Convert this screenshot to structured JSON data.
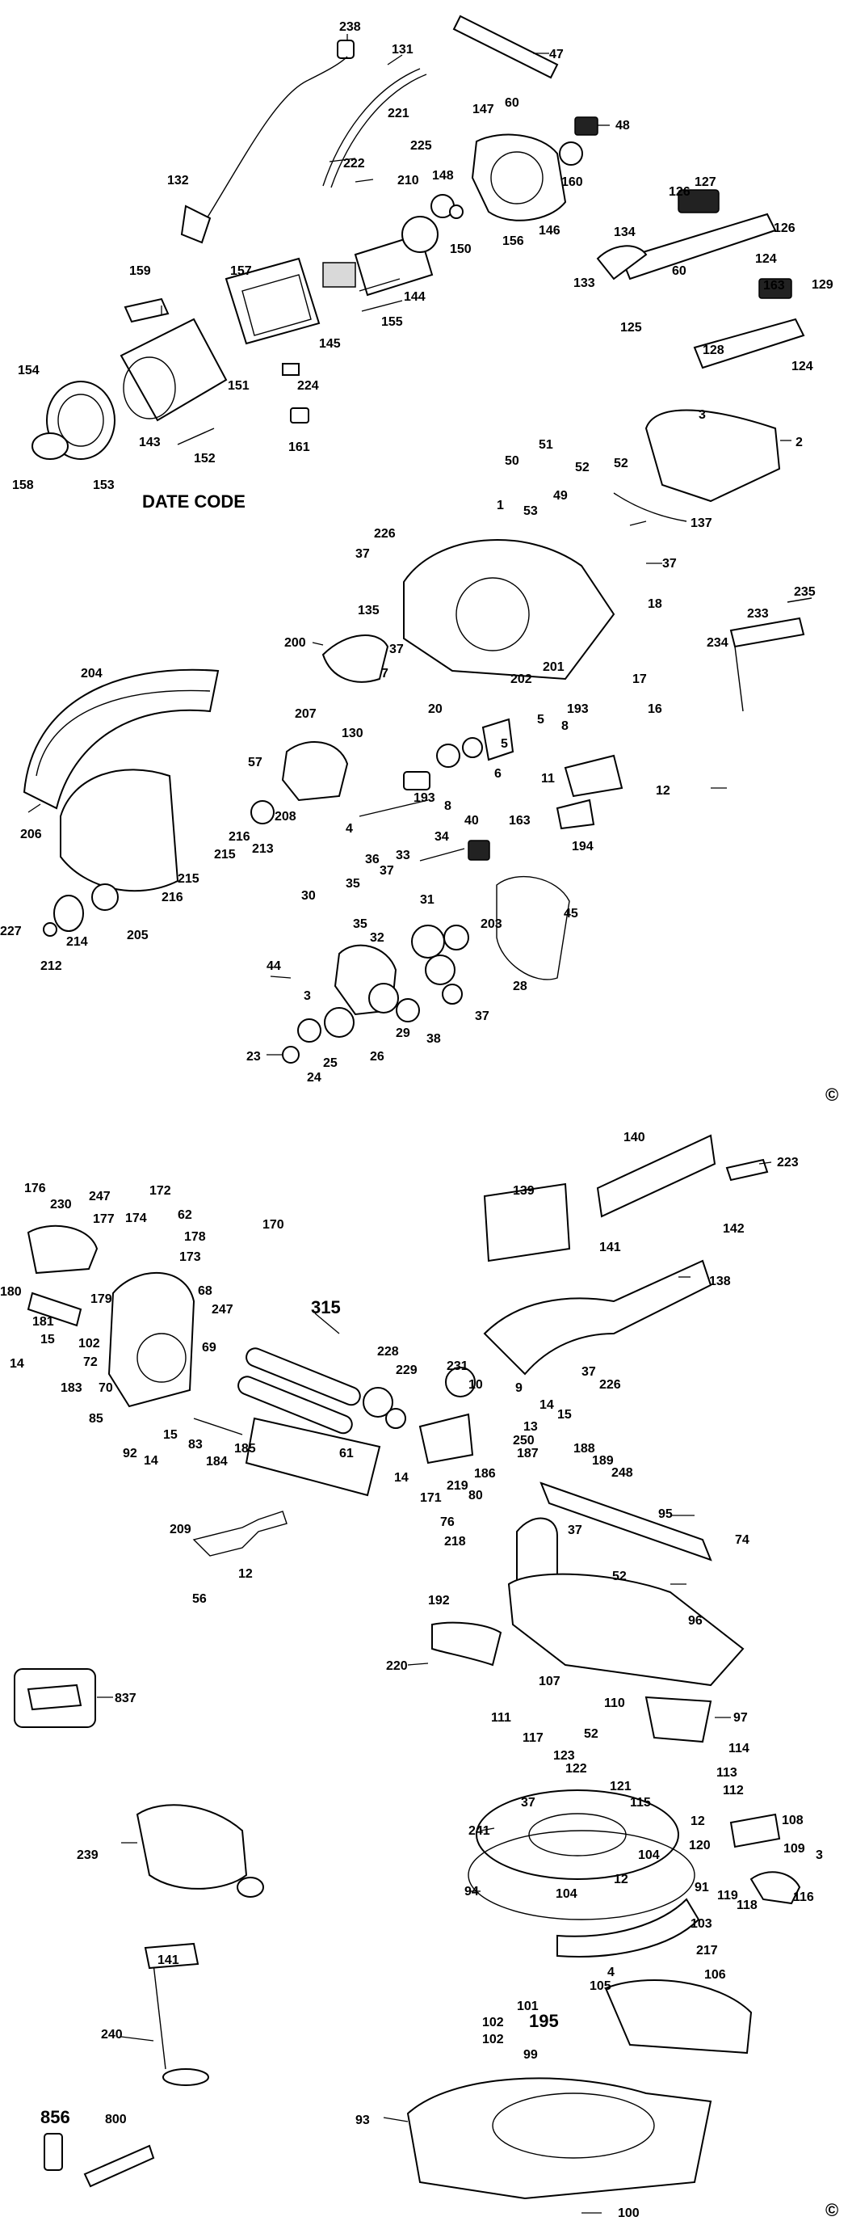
{
  "diagram": {
    "date_code_label": "DATE CODE",
    "copyright_symbol": "©",
    "labels": {
      "l238": "238",
      "l131": "131",
      "l47": "47",
      "l147": "147",
      "l60a": "60",
      "l48": "48",
      "l221": "221",
      "l225": "225",
      "l222": "222",
      "l210": "210",
      "l132": "132",
      "l148": "148",
      "l160": "160",
      "l127": "127",
      "l126a": "126",
      "l126b": "126",
      "l150": "150",
      "l156": "156",
      "l146": "146",
      "l134": "134",
      "l124a": "124",
      "l133": "133",
      "l60b": "60",
      "l129": "129",
      "l163a": "163",
      "l159": "159",
      "l157": "157",
      "l144": "144",
      "l155": "155",
      "l125": "125",
      "l128": "128",
      "l124b": "124",
      "l145": "145",
      "l154": "154",
      "l151": "151",
      "l224": "224",
      "l3a": "3",
      "l2": "2",
      "l143": "143",
      "l152": "152",
      "l161": "161",
      "l51": "51",
      "l50": "50",
      "l52a": "52",
      "l158": "158",
      "l153": "153",
      "l49": "49",
      "l52b": "52",
      "l53": "53",
      "l137": "137",
      "l1": "1",
      "l226a": "226",
      "l37a": "37",
      "l37b": "37",
      "l135": "135",
      "l18": "18",
      "l235": "235",
      "l233": "233",
      "l200": "200",
      "l37c": "37",
      "l234": "234",
      "l204": "204",
      "l7": "7",
      "l201": "201",
      "l202": "202",
      "l17": "17",
      "l20": "20",
      "l193a": "193",
      "l16": "16",
      "l207": "207",
      "l130": "130",
      "l5a": "5",
      "l8a": "8",
      "l57": "57",
      "l5b": "5",
      "l6": "6",
      "l11": "11",
      "l12a": "12",
      "l193b": "193",
      "l8b": "8",
      "l206": "206",
      "l208": "208",
      "l213": "213",
      "l215a": "215",
      "l216a": "216",
      "l4": "4",
      "l40": "40",
      "l163b": "163",
      "l194": "194",
      "l215b": "215",
      "l216b": "216",
      "l36": "36",
      "l34": "34",
      "l33": "33",
      "l37d": "37",
      "l45": "45",
      "l35a": "35",
      "l30": "30",
      "l227": "227",
      "l214": "214",
      "l205": "205",
      "l31": "31",
      "l35b": "35",
      "l203": "203",
      "l212": "212",
      "l32": "32",
      "l44": "44",
      "l28": "28",
      "l3b": "3",
      "l37e": "37",
      "l29": "29",
      "l38": "38",
      "l23": "23",
      "l25": "25",
      "l26": "26",
      "l24": "24",
      "l140": "140",
      "l223": "223",
      "l176": "176",
      "l247a": "247",
      "l172": "172",
      "l230": "230",
      "l177": "177",
      "l174": "174",
      "l62": "62",
      "l178": "178",
      "l170": "170",
      "l139": "139",
      "l173": "173",
      "l141a": "141",
      "l142": "142",
      "l138": "138",
      "l180": "180",
      "l68": "68",
      "l179": "179",
      "l247b": "247",
      "l181": "181",
      "l315": "315",
      "l15a": "15",
      "l102a": "102",
      "l69": "69",
      "l14a": "14",
      "l72": "72",
      "l183": "183",
      "l70": "70",
      "l228": "228",
      "l231": "231",
      "l37f": "37",
      "l10": "10",
      "l226b": "226",
      "l229": "229",
      "l9": "9",
      "l14b": "14",
      "l15b": "15",
      "l85": "85",
      "l13": "13",
      "l15c": "15",
      "l83": "83",
      "l250": "250",
      "l92": "92",
      "l14c": "14",
      "l184": "184",
      "l185": "185",
      "l188": "188",
      "l61": "61",
      "l187": "187",
      "l189": "189",
      "l14d": "14",
      "l248": "248",
      "l171": "171",
      "l219": "219",
      "l186": "186",
      "l80": "80",
      "l95": "95",
      "l76": "76",
      "l37g": "37",
      "l209": "209",
      "l218": "218",
      "l74": "74",
      "l52c": "52",
      "l12b": "12",
      "l56": "56",
      "l192": "192",
      "l96": "96",
      "l220": "220",
      "l837": "837",
      "l107": "107",
      "l110": "110",
      "l111": "111",
      "l97": "97",
      "l117": "117",
      "l52d": "52",
      "l114": "114",
      "l123": "123",
      "l122": "122",
      "l113": "113",
      "l121": "121",
      "l112": "112",
      "l115": "115",
      "l37h": "37",
      "l12c": "12",
      "l108": "108",
      "l239": "239",
      "l241": "241",
      "l104a": "104",
      "l120": "120",
      "l109": "109",
      "l3c": "3",
      "l94": "94",
      "l104b": "104",
      "l12d": "12",
      "l91": "91",
      "l119": "119",
      "l118": "118",
      "l116": "116",
      "l103": "103",
      "l217": "217",
      "l141b": "141",
      "l4b": "4",
      "l106": "106",
      "l105": "105",
      "l101": "101",
      "l102b": "102",
      "l195": "195",
      "l240": "240",
      "l102c": "102",
      "l99": "99",
      "l93": "93",
      "l856": "856",
      "l800": "800",
      "l100": "100"
    }
  }
}
